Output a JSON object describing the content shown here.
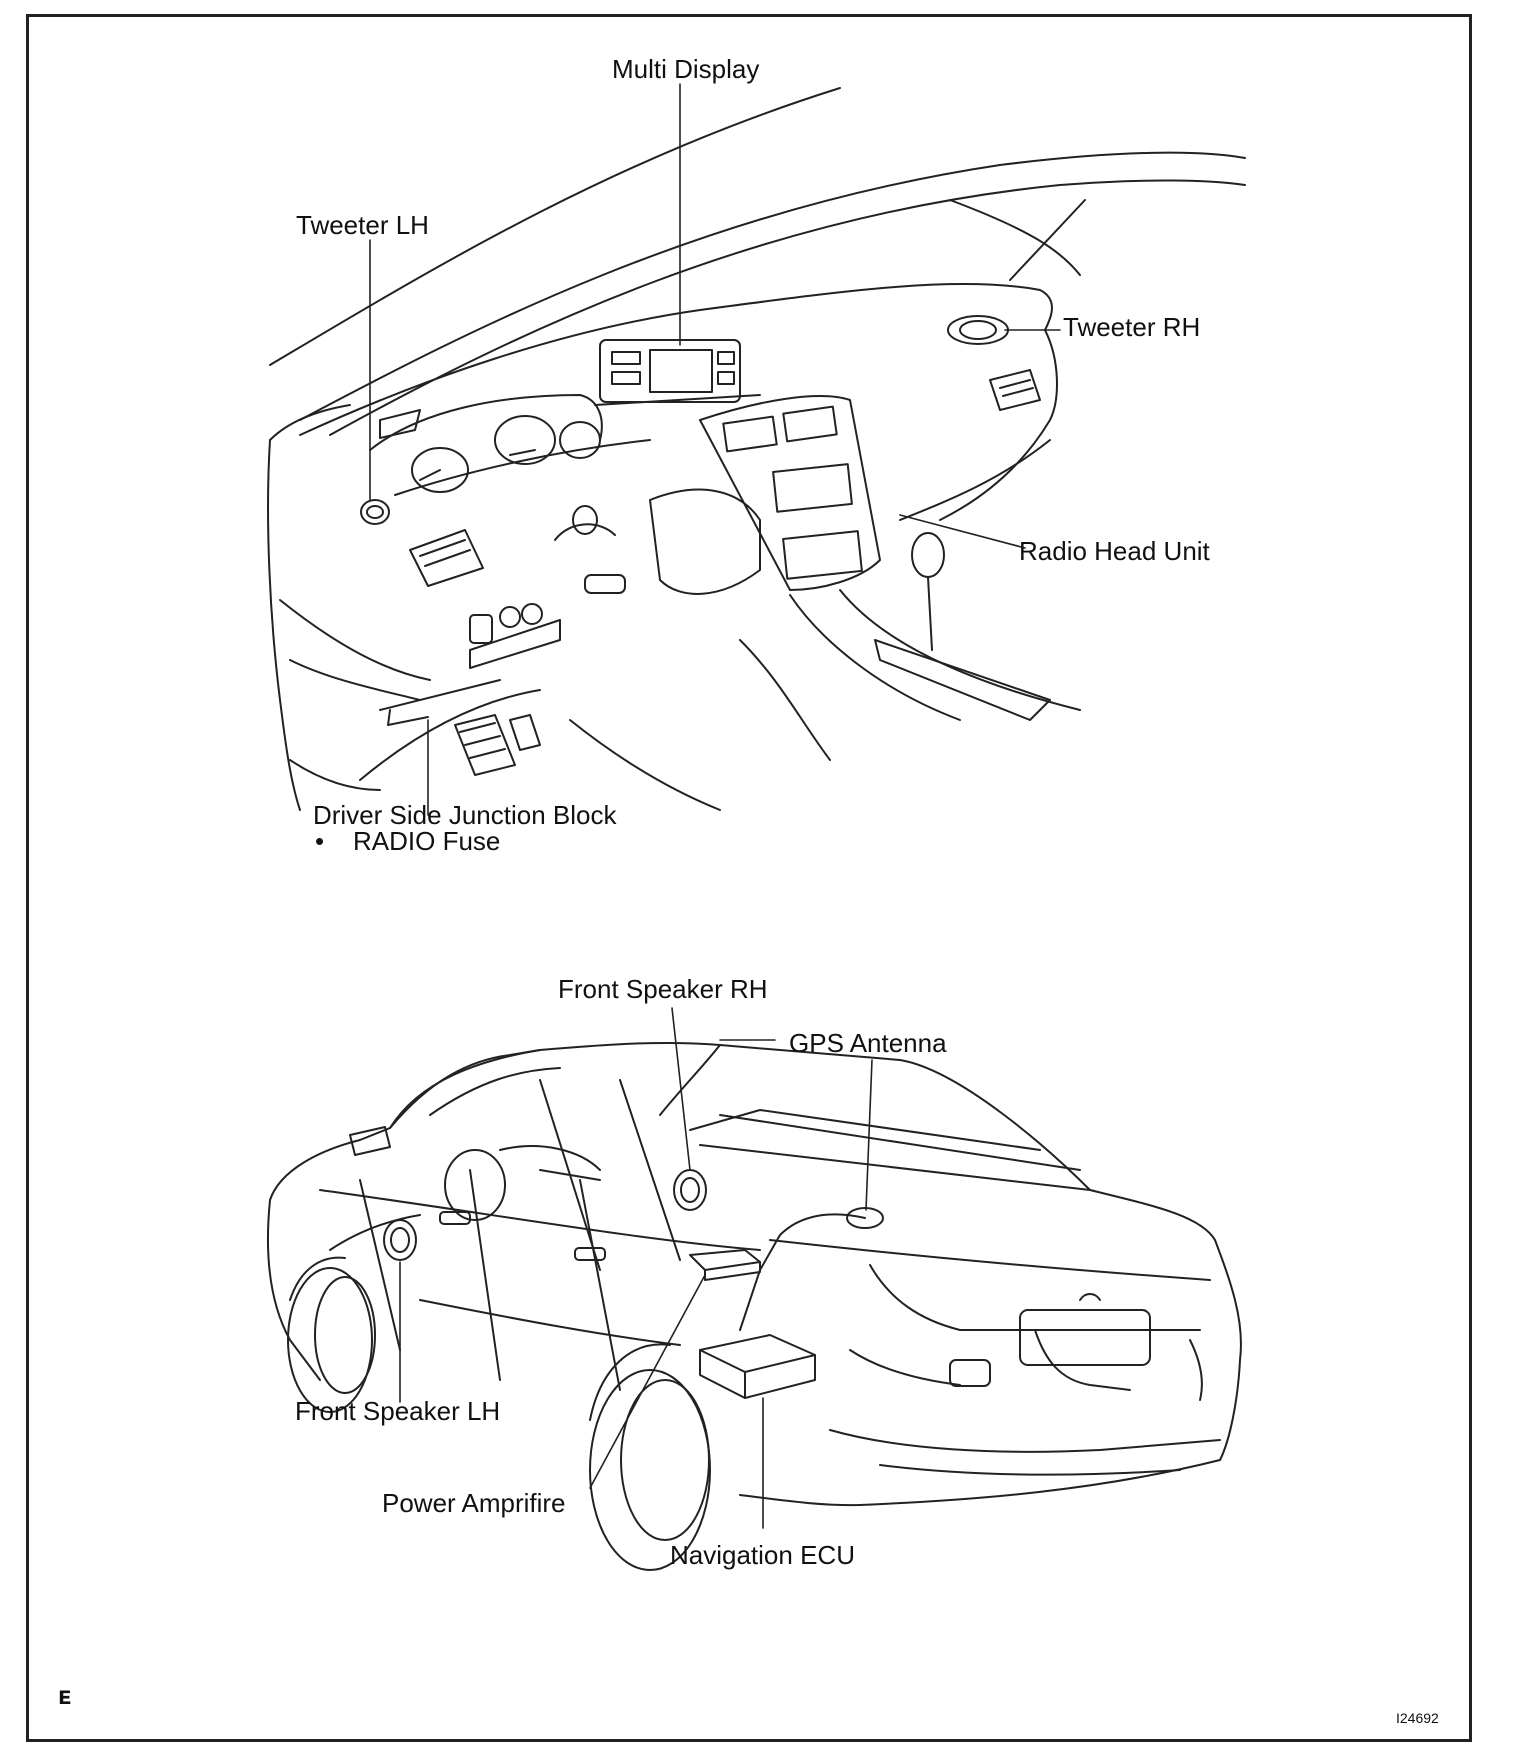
{
  "labels": {
    "multi_display": "Multi Display",
    "tweeter_lh": "Tweeter LH",
    "tweeter_rh": "Tweeter RH",
    "radio_head_unit": "Radio Head Unit",
    "driver_side_junction_block": "Driver Side Junction Block",
    "radio_fuse_bullet": "•",
    "radio_fuse": "RADIO Fuse",
    "front_speaker_rh": "Front Speaker RH",
    "gps_antenna": "GPS Antenna",
    "front_speaker_lh": "Front Speaker LH",
    "power_amprifire": "Power Amprifire",
    "navigation_ecu": "Navigation ECU"
  },
  "figure_id": "I24692",
  "corner_mark": "ᴇ"
}
